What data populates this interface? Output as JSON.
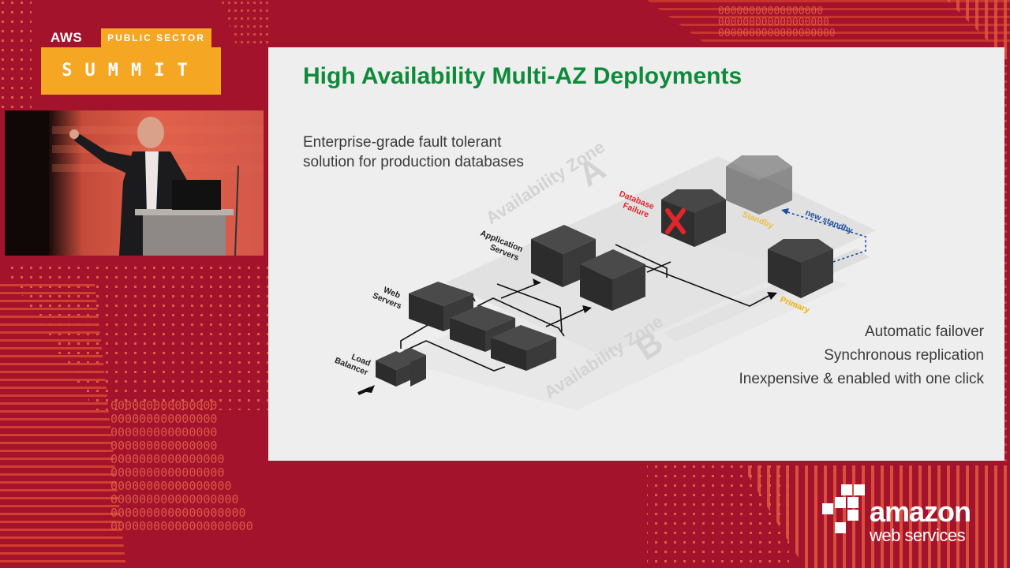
{
  "event_logo": {
    "aws": "AWS",
    "public_sector": "PUBLIC SECTOR",
    "summit": "SUMMIT"
  },
  "slide": {
    "title": "High Availability Multi-AZ Deployments",
    "intro": "Enterprise-grade fault tolerant solution for production databases",
    "bullets": [
      "Automatic failover",
      "Synchronous replication",
      "Inexpensive & enabled with one click"
    ],
    "diagram": {
      "zone_a_label": "Availability Zone",
      "zone_a_letter": "A",
      "zone_b_label": "Availability Zone",
      "zone_b_letter": "B",
      "load_balancer": "Load Balancer",
      "web_servers": "Web Servers",
      "app_servers": "Application Servers",
      "db_failure": "Database Failure",
      "standby": "Standby",
      "primary": "Primary",
      "new_standby": "new standby"
    }
  },
  "brand_logo": {
    "amazon": "amazon",
    "web_services": "web services"
  },
  "colors": {
    "background": "#a3132c",
    "title_green": "#0f8a3b",
    "logo_orange": "#f5a623",
    "failure_red": "#e0262b",
    "zone_label_orange": "#f0b000",
    "new_standby_blue": "#1c4e9e"
  }
}
